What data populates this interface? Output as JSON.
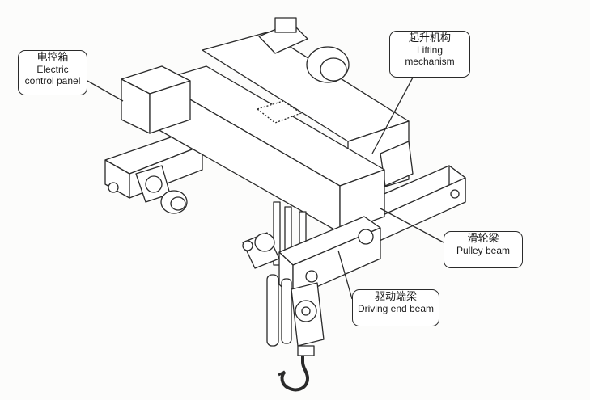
{
  "labels": {
    "electric_panel": {
      "zh": "电控箱",
      "en": "Electric control panel"
    },
    "lifting": {
      "zh": "起升机构",
      "en": "Lifting mechanism"
    },
    "pulley_beam": {
      "zh": "滑轮梁",
      "en": "Pulley beam"
    },
    "driving_beam": {
      "zh": "驱动端梁",
      "en": "Driving end beam"
    }
  },
  "colors": {
    "line": "#2a2a2a",
    "fill": "#ffffff"
  }
}
